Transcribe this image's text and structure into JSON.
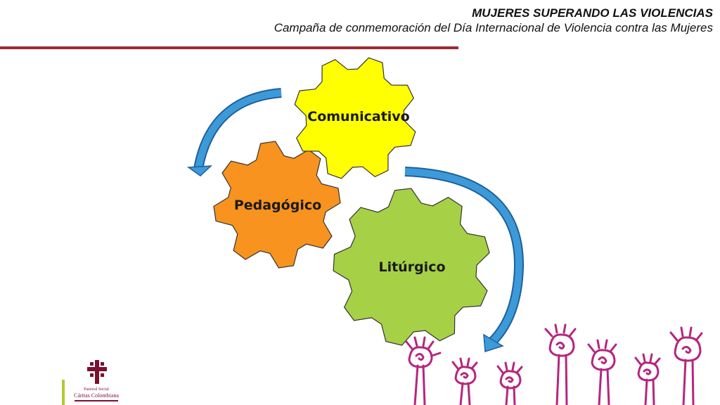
{
  "header": {
    "title": "MUJERES SUPERANDO LAS VIOLENCIAS",
    "subtitle": "Campaña de conmemoración del Día Internacional de Violencia contra las Mujeres"
  },
  "gears": [
    {
      "label": "Comunicativo",
      "color": "#ffff00"
    },
    {
      "label": "Pedagógico",
      "color": "#f7931e"
    },
    {
      "label": "Litúrgico",
      "color": "#a6d046"
    }
  ],
  "colors": {
    "arrow": "#3d9ad9",
    "rule": "#9e2a35",
    "hands": "#b5267f",
    "logo": "#7a1030",
    "logo_bar": "#b5c832"
  },
  "logo": {
    "line1": "Pastoral Social",
    "line2": "Cáritas Colombiana"
  }
}
